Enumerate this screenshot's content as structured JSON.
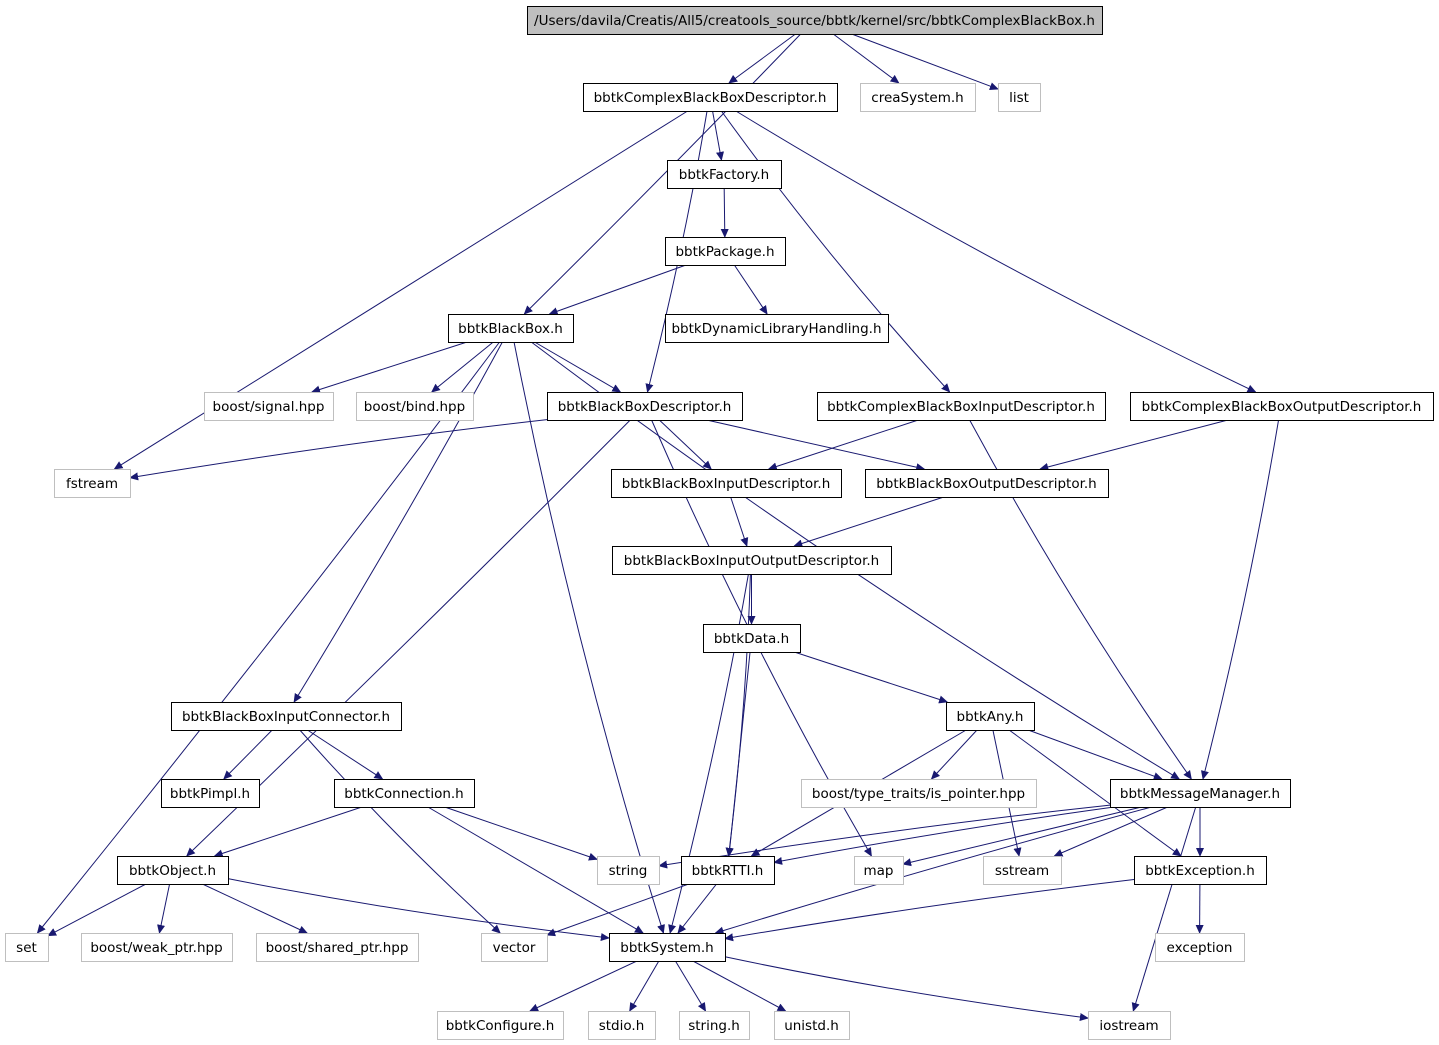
{
  "colors": {
    "edge": "#191970",
    "root_fill": "#bfbfbf",
    "node_border": "#000000",
    "external_border": "#bfbfbf",
    "text": "#000000"
  },
  "nodes": [
    {
      "id": "root",
      "label": "/Users/davila/Creatis/All5/creatools_source/bbtk/kernel/src/bbtkComplexBlackBox.h",
      "kind": "root"
    },
    {
      "id": "cbbdesc",
      "label": "bbtkComplexBlackBoxDescriptor.h",
      "kind": "local"
    },
    {
      "id": "crea",
      "label": "creaSystem.h",
      "kind": "external"
    },
    {
      "id": "list",
      "label": "list",
      "kind": "external"
    },
    {
      "id": "factory",
      "label": "bbtkFactory.h",
      "kind": "local"
    },
    {
      "id": "package",
      "label": "bbtkPackage.h",
      "kind": "local"
    },
    {
      "id": "blackbox",
      "label": "bbtkBlackBox.h",
      "kind": "local"
    },
    {
      "id": "dynlib",
      "label": "bbtkDynamicLibraryHandling.h",
      "kind": "local"
    },
    {
      "id": "signal",
      "label": "boost/signal.hpp",
      "kind": "external"
    },
    {
      "id": "bind",
      "label": "boost/bind.hpp",
      "kind": "external"
    },
    {
      "id": "bbdesc",
      "label": "bbtkBlackBoxDescriptor.h",
      "kind": "local"
    },
    {
      "id": "cbbin",
      "label": "bbtkComplexBlackBoxInputDescriptor.h",
      "kind": "local"
    },
    {
      "id": "cbbout",
      "label": "bbtkComplexBlackBoxOutputDescriptor.h",
      "kind": "local"
    },
    {
      "id": "fstream",
      "label": "fstream",
      "kind": "external"
    },
    {
      "id": "bbin",
      "label": "bbtkBlackBoxInputDescriptor.h",
      "kind": "local"
    },
    {
      "id": "bbout",
      "label": "bbtkBlackBoxOutputDescriptor.h",
      "kind": "local"
    },
    {
      "id": "bbio",
      "label": "bbtkBlackBoxInputOutputDescriptor.h",
      "kind": "local"
    },
    {
      "id": "data",
      "label": "bbtkData.h",
      "kind": "local"
    },
    {
      "id": "inconn",
      "label": "bbtkBlackBoxInputConnector.h",
      "kind": "local"
    },
    {
      "id": "any",
      "label": "bbtkAny.h",
      "kind": "local"
    },
    {
      "id": "pimpl",
      "label": "bbtkPimpl.h",
      "kind": "local"
    },
    {
      "id": "conn",
      "label": "bbtkConnection.h",
      "kind": "local"
    },
    {
      "id": "typetraits",
      "label": "boost/type_traits/is_pointer.hpp",
      "kind": "external"
    },
    {
      "id": "msgmgr",
      "label": "bbtkMessageManager.h",
      "kind": "local"
    },
    {
      "id": "object",
      "label": "bbtkObject.h",
      "kind": "local"
    },
    {
      "id": "string",
      "label": "string",
      "kind": "external"
    },
    {
      "id": "rtti",
      "label": "bbtkRTTI.h",
      "kind": "local"
    },
    {
      "id": "map",
      "label": "map",
      "kind": "external"
    },
    {
      "id": "sstream",
      "label": "sstream",
      "kind": "external"
    },
    {
      "id": "exception_h",
      "label": "bbtkException.h",
      "kind": "local"
    },
    {
      "id": "set",
      "label": "set",
      "kind": "external"
    },
    {
      "id": "weakptr",
      "label": "boost/weak_ptr.hpp",
      "kind": "external"
    },
    {
      "id": "sharedptr",
      "label": "boost/shared_ptr.hpp",
      "kind": "external"
    },
    {
      "id": "vector",
      "label": "vector",
      "kind": "external"
    },
    {
      "id": "system",
      "label": "bbtkSystem.h",
      "kind": "local"
    },
    {
      "id": "exception",
      "label": "exception",
      "kind": "external"
    },
    {
      "id": "configure",
      "label": "bbtkConfigure.h",
      "kind": "external"
    },
    {
      "id": "stdio",
      "label": "stdio.h",
      "kind": "external"
    },
    {
      "id": "stringh",
      "label": "string.h",
      "kind": "external"
    },
    {
      "id": "unistd",
      "label": "unistd.h",
      "kind": "external"
    },
    {
      "id": "iostream",
      "label": "iostream",
      "kind": "external"
    }
  ],
  "edges": [
    [
      "root",
      "cbbdesc"
    ],
    [
      "root",
      "crea"
    ],
    [
      "root",
      "list"
    ],
    [
      "root",
      "blackbox"
    ],
    [
      "cbbdesc",
      "fstream"
    ],
    [
      "cbbdesc",
      "factory"
    ],
    [
      "cbbdesc",
      "bbdesc"
    ],
    [
      "cbbdesc",
      "cbbin"
    ],
    [
      "cbbdesc",
      "cbbout"
    ],
    [
      "factory",
      "package"
    ],
    [
      "package",
      "blackbox"
    ],
    [
      "package",
      "dynlib"
    ],
    [
      "blackbox",
      "signal"
    ],
    [
      "blackbox",
      "bind"
    ],
    [
      "blackbox",
      "bbdesc"
    ],
    [
      "blackbox",
      "system"
    ],
    [
      "blackbox",
      "set"
    ],
    [
      "blackbox",
      "inconn"
    ],
    [
      "blackbox",
      "msgmgr"
    ],
    [
      "bbdesc",
      "fstream"
    ],
    [
      "bbdesc",
      "bbin"
    ],
    [
      "bbdesc",
      "bbout"
    ],
    [
      "bbdesc",
      "object"
    ],
    [
      "bbdesc",
      "map"
    ],
    [
      "cbbin",
      "bbin"
    ],
    [
      "cbbout",
      "bbout"
    ],
    [
      "cbbout",
      "msgmgr"
    ],
    [
      "cbbin",
      "msgmgr"
    ],
    [
      "bbin",
      "bbio"
    ],
    [
      "bbout",
      "bbio"
    ],
    [
      "bbio",
      "data"
    ],
    [
      "bbio",
      "rtti"
    ],
    [
      "bbio",
      "system"
    ],
    [
      "data",
      "any"
    ],
    [
      "data",
      "rtti"
    ],
    [
      "any",
      "typetraits"
    ],
    [
      "any",
      "msgmgr"
    ],
    [
      "any",
      "sstream"
    ],
    [
      "any",
      "rtti"
    ],
    [
      "any",
      "exception_h"
    ],
    [
      "inconn",
      "pimpl"
    ],
    [
      "inconn",
      "conn"
    ],
    [
      "inconn",
      "vector"
    ],
    [
      "conn",
      "object"
    ],
    [
      "conn",
      "string"
    ],
    [
      "conn",
      "system"
    ],
    [
      "msgmgr",
      "string"
    ],
    [
      "msgmgr",
      "rtti"
    ],
    [
      "msgmgr",
      "map"
    ],
    [
      "msgmgr",
      "sstream"
    ],
    [
      "msgmgr",
      "exception_h"
    ],
    [
      "msgmgr",
      "system"
    ],
    [
      "msgmgr",
      "iostream"
    ],
    [
      "object",
      "set"
    ],
    [
      "object",
      "weakptr"
    ],
    [
      "object",
      "sharedptr"
    ],
    [
      "object",
      "system"
    ],
    [
      "rtti",
      "vector"
    ],
    [
      "rtti",
      "system"
    ],
    [
      "exception_h",
      "exception"
    ],
    [
      "exception_h",
      "system"
    ],
    [
      "system",
      "configure"
    ],
    [
      "system",
      "stdio"
    ],
    [
      "system",
      "stringh"
    ],
    [
      "system",
      "unistd"
    ],
    [
      "system",
      "iostream"
    ]
  ]
}
